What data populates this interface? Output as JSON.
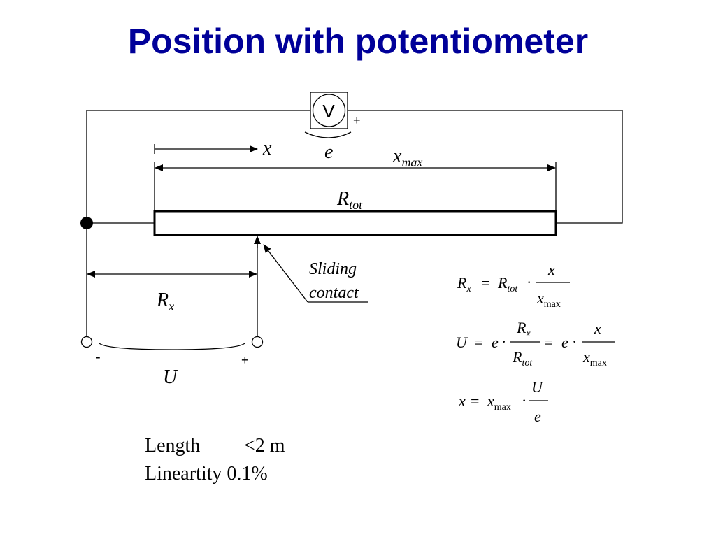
{
  "slide": {
    "title": "Position with potentiometer"
  },
  "diagram": {
    "voltmeter_label": "V",
    "plus_top": "+",
    "plus_bottom": "+",
    "minus_bottom": "-",
    "x": "x",
    "e": "e",
    "x_max_base": "x",
    "x_max_sub": "max",
    "r_tot_base": "R",
    "r_tot_sub": "tot",
    "r_x_base": "R",
    "r_x_sub": "x",
    "u": "U",
    "sliding_line1": "Sliding",
    "sliding_line2": "contact"
  },
  "equations": {
    "eq1": {
      "lhs_base": "R",
      "lhs_sub": "x",
      "eq": "=",
      "r": "R",
      "r_sub": "tot",
      "dot": "·",
      "num": "x",
      "den": "x",
      "den_sub": "max"
    },
    "eq2": {
      "lhs": "U",
      "eq1": "=",
      "e1": "e",
      "dot1": "·",
      "num1": "R",
      "num1_sub": "x",
      "den1": "R",
      "den1_sub": "tot",
      "eq2": "=",
      "e2": "e",
      "dot2": "·",
      "num2": "x",
      "den2": "x",
      "den2_sub": "max"
    },
    "eq3": {
      "lhs": "x",
      "eq": "=",
      "x": "x",
      "x_sub": "max",
      "dot": "·",
      "num": "U",
      "den": "e"
    }
  },
  "specs": [
    {
      "label": "Length",
      "value": "<2 m"
    },
    {
      "label": "Lineartity",
      "value": "0.1%"
    }
  ]
}
